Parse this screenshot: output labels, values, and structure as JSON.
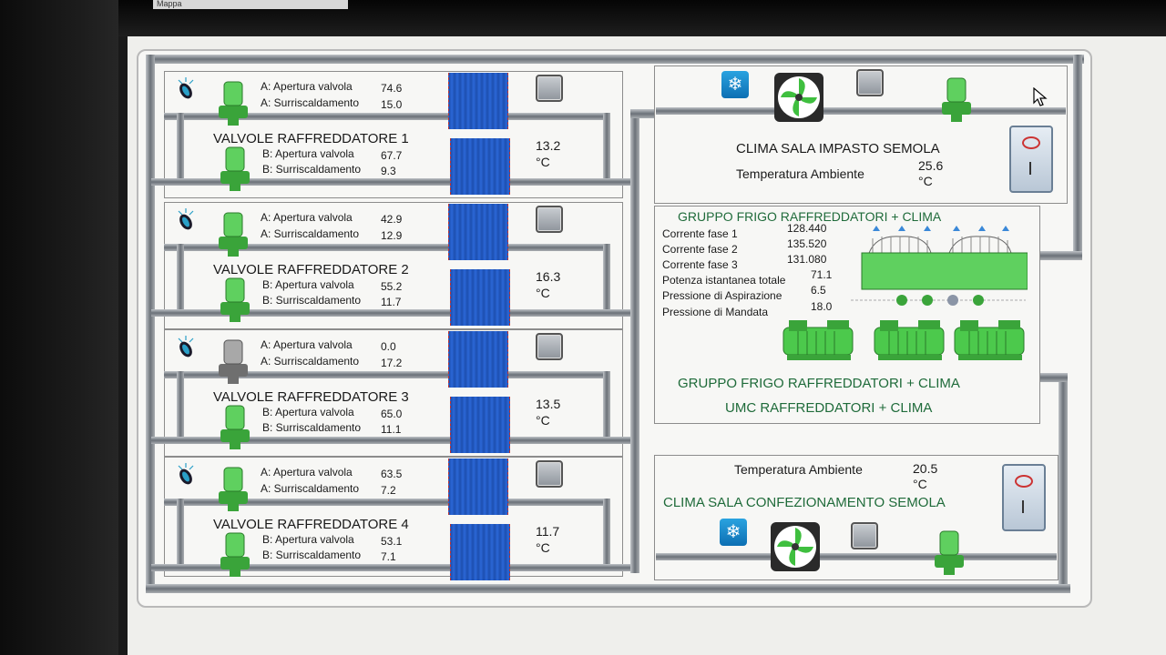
{
  "window": {
    "menu_tab": "Mappa"
  },
  "coolers": [
    {
      "title": "VALVOLE RAFFREDDATORE 1",
      "a_label": "A: Apertura valvola",
      "a_value": "74.6",
      "a_sh_label": "A: Surriscaldamento",
      "a_sh_value": "15.0",
      "b_label": "B: Apertura valvola",
      "b_value": "67.7",
      "b_sh_label": "B: Surriscaldamento",
      "b_sh_value": "9.3",
      "temp": "13.2",
      "unit": "°C"
    },
    {
      "title": "VALVOLE RAFFREDDATORE 2",
      "a_label": "A: Apertura valvola",
      "a_value": "42.9",
      "a_sh_label": "A: Surriscaldamento",
      "a_sh_value": "12.9",
      "b_label": "B: Apertura valvola",
      "b_value": "55.2",
      "b_sh_label": "B: Surriscaldamento",
      "b_sh_value": "11.7",
      "temp": "16.3",
      "unit": "°C"
    },
    {
      "title": "VALVOLE RAFFREDDATORE 3",
      "a_label": "A: Apertura valvola",
      "a_value": "0.0",
      "a_sh_label": "A: Surriscaldamento",
      "a_sh_value": "17.2",
      "b_label": "B: Apertura valvola",
      "b_value": "65.0",
      "b_sh_label": "B: Surriscaldamento",
      "b_sh_value": "11.1",
      "temp": "13.5",
      "unit": "°C"
    },
    {
      "title": "VALVOLE RAFFREDDATORE 4",
      "a_label": "A: Apertura valvola",
      "a_value": "63.5",
      "a_sh_label": "A: Surriscaldamento",
      "a_sh_value": "7.2",
      "b_label": "B: Apertura valvola",
      "b_value": "53.1",
      "b_sh_label": "B: Surriscaldamento",
      "b_sh_value": "7.1",
      "temp": "11.7",
      "unit": "°C"
    }
  ],
  "clima_impasto": {
    "title": "CLIMA SALA IMPASTO SEMOLA",
    "temp_label": "Temperatura Ambiente",
    "temp": "25.6",
    "unit": "°C"
  },
  "gruppo_frigo": {
    "title_top": "GRUPPO FRIGO RAFFREDDATORI + CLIMA",
    "rows": [
      {
        "label": "Corrente fase 1",
        "value": "128.440"
      },
      {
        "label": "Corrente fase 2",
        "value": "135.520"
      },
      {
        "label": "Corrente fase 3",
        "value": "131.080"
      },
      {
        "label": "Potenza istantanea totale",
        "value": "71.1"
      },
      {
        "label": "Pressione di Aspirazione",
        "value": "6.5"
      },
      {
        "label": "Pressione di Mandata",
        "value": "18.0"
      }
    ],
    "title_bottom": "GRUPPO FRIGO RAFFREDDATORI + CLIMA",
    "umc_title": "UMC RAFFREDDATORI + CLIMA"
  },
  "clima_confezionamento": {
    "title": "CLIMA SALA CONFEZIONAMENTO SEMOLA",
    "temp_label": "Temperatura Ambiente",
    "temp": "20.5",
    "unit": "°C"
  },
  "colors": {
    "pipe": "#6b7178",
    "green": "#4cc94c",
    "hx_blue": "#1d4fb0",
    "title_green": "#1f6b3a"
  }
}
